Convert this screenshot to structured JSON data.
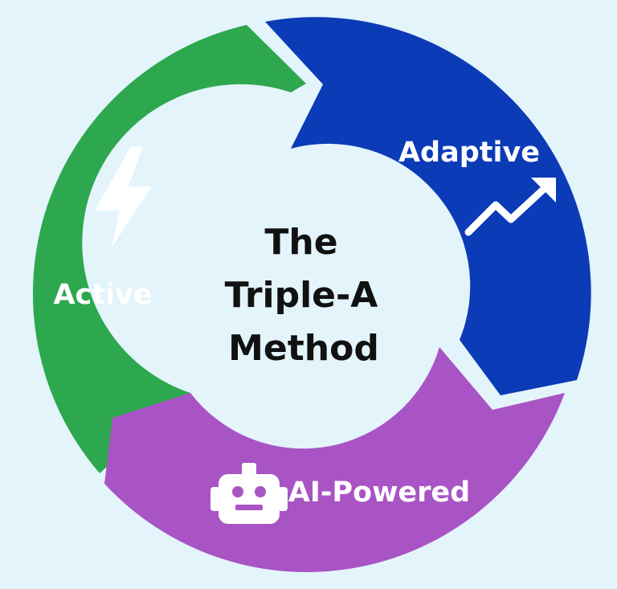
{
  "center": {
    "line1": "The",
    "line2": "Triple-A",
    "line3": "Method"
  },
  "segments": [
    {
      "label": "Active",
      "icon": "lightning-bolt-icon",
      "color": "#2ea84e"
    },
    {
      "label": "Adaptive",
      "icon": "trending-up-arrow-icon",
      "color": "#0b3bb6"
    },
    {
      "label": "AI-Powered",
      "icon": "robot-icon",
      "color": "#a954c4"
    }
  ],
  "colors": {
    "background": "#e3f4fb",
    "center_text": "#111111",
    "label_text": "#ffffff"
  }
}
